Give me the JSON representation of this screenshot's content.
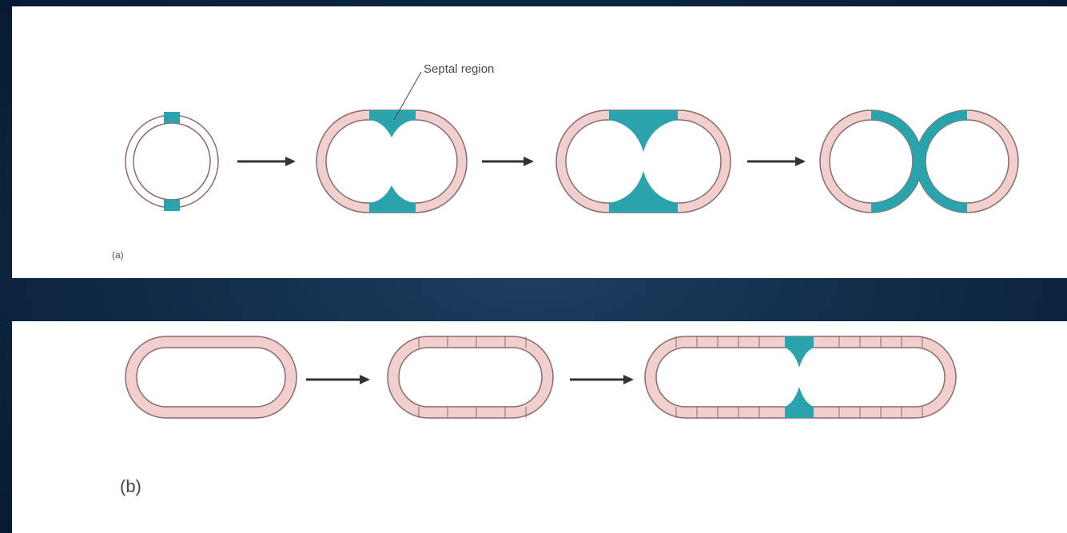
{
  "diagram": {
    "callout_label": "Septal region",
    "panel_a_label": "(a)",
    "panel_b_label": "(b)"
  },
  "colors": {
    "new_wall": "#2aa3ad",
    "old_wall": "#f2cfcf",
    "outline": "#8b6a6a",
    "arrow": "#333333",
    "background": "#0f2945",
    "panel": "#ffffff"
  }
}
